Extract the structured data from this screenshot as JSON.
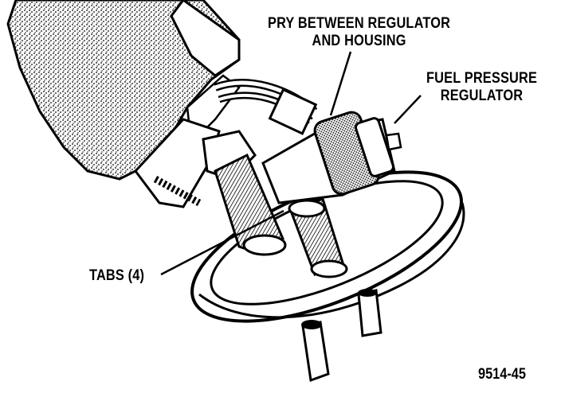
{
  "labels": {
    "pry_line1": "PRY BETWEEN REGULATOR",
    "pry_line2": "AND HOUSING",
    "fuel_line1": "FUEL PRESSURE",
    "fuel_line2": "REGULATOR",
    "tabs": "TABS (4)"
  },
  "figure_number": "9514-45"
}
